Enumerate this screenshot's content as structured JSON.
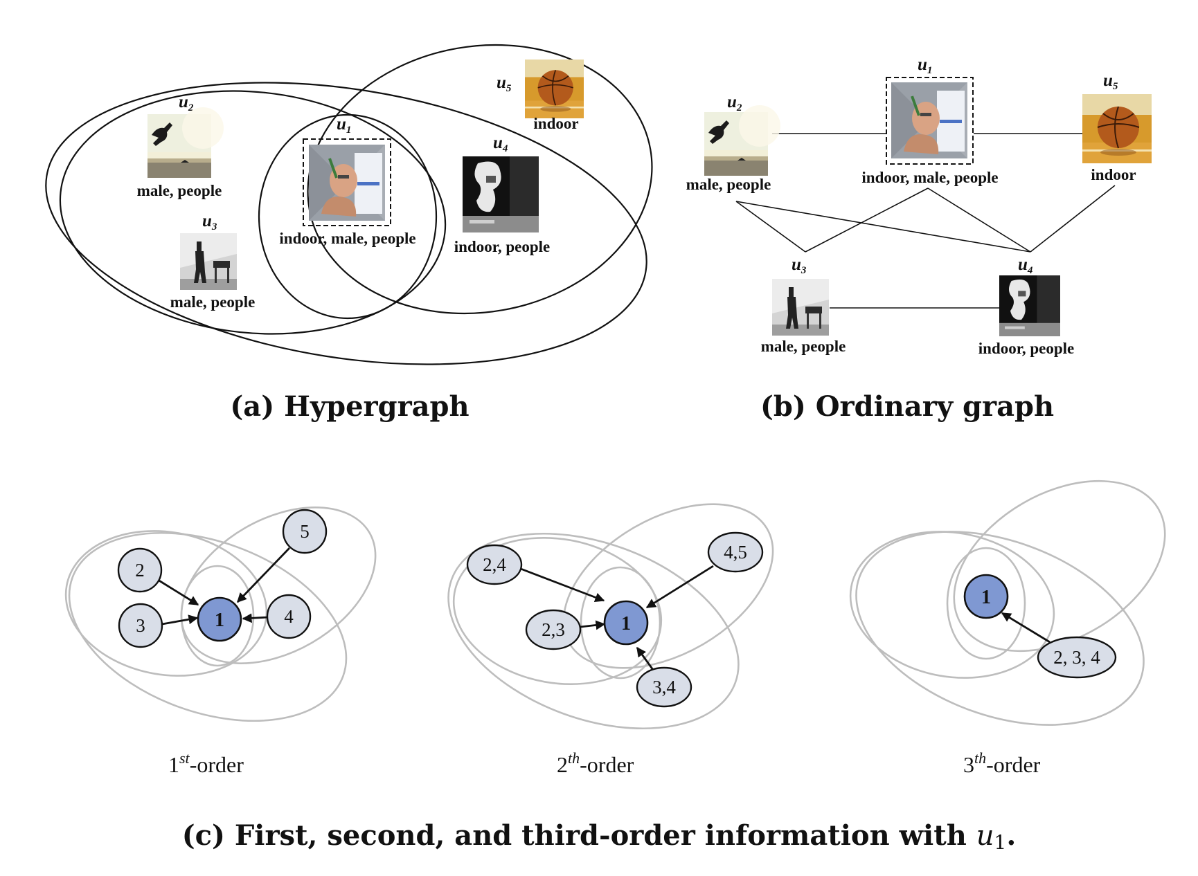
{
  "panel_a": {
    "caption": "(a) Hypergraph",
    "u1": {
      "name": "u",
      "sub": "1",
      "tags": "indoor, male, people"
    },
    "u2": {
      "name": "u",
      "sub": "2",
      "tags": "male, people"
    },
    "u3": {
      "name": "u",
      "sub": "3",
      "tags": "male, people"
    },
    "u4": {
      "name": "u",
      "sub": "4",
      "tags": "indoor, people"
    },
    "u5": {
      "name": "u",
      "sub": "5",
      "tags": "indoor"
    }
  },
  "panel_b": {
    "caption": "(b) Ordinary graph",
    "u1": {
      "name": "u",
      "sub": "1",
      "tags": "indoor, male, people"
    },
    "u2": {
      "name": "u",
      "sub": "2",
      "tags": "male, people"
    },
    "u3": {
      "name": "u",
      "sub": "3",
      "tags": "male, people"
    },
    "u4": {
      "name": "u",
      "sub": "4",
      "tags": "indoor, people"
    },
    "u5": {
      "name": "u",
      "sub": "5",
      "tags": "indoor"
    }
  },
  "panel_c": {
    "caption_main": "(c) First, second, and third-order information with ",
    "caption_var": "u",
    "caption_sub": "1",
    "caption_end": ".",
    "first": {
      "num": "1",
      "sup": "st",
      "suffix": "-order",
      "center": "1",
      "nodes": [
        "2",
        "3",
        "5",
        "4"
      ]
    },
    "second": {
      "num": "2",
      "sup": "th",
      "suffix": "-order",
      "center": "1",
      "nodes": [
        "2,4",
        "2,3",
        "4,5",
        "3,4"
      ]
    },
    "third": {
      "num": "3",
      "sup": "th",
      "suffix": "-order",
      "center": "1",
      "nodes": [
        "2, 3, 4"
      ]
    }
  },
  "colors": {
    "center_node": "#7f98d2",
    "neighbor_node": "#d9dee8",
    "hyperedge_gray": "#bdbdbd"
  }
}
